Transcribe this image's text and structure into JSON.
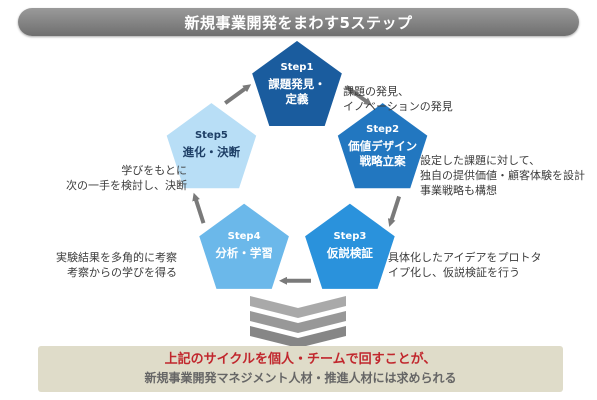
{
  "title": "新規事業開発をまわす5ステップ",
  "steps": [
    {
      "step": "Step1",
      "label": "課題発見・\n定義",
      "color": "#1a5c9e",
      "step_color": "#ffffff",
      "label_color": "#ffffff"
    },
    {
      "step": "Step2",
      "label": "価値デザイン\n戦略立案",
      "color": "#2277c0",
      "step_color": "#ffffff",
      "label_color": "#ffffff"
    },
    {
      "step": "Step3",
      "label": "仮説検証",
      "color": "#2a92dc",
      "step_color": "#ffffff",
      "label_color": "#ffffff"
    },
    {
      "step": "Step4",
      "label": "分析・学習",
      "color": "#6bb8ea",
      "step_color": "#ffffff",
      "label_color": "#ffffff"
    },
    {
      "step": "Step5",
      "label": "進化・決断",
      "color": "#b8def6",
      "step_color": "#1e3f66",
      "label_color": "#1e3f66"
    }
  ],
  "descriptions": {
    "step1": "課題の発見、\nイノベーションの発見",
    "step2": "設定した課題に対して、\n独自の提供価値・顧客体験を設計\n事業戦略も構想",
    "step3": "具体化したアイデアをプロトタ\nイプ化し、仮説検証を行う",
    "step4": "実験結果を多角的に考察\n考察からの学びを得る",
    "step5": "学びをもとに\n次の一手を検討し、決断"
  },
  "footer": {
    "line1_accent": "上記のサイクルを個人・チームで回すことが、",
    "line2": "新規事業開発マネジメント人材・推進人材には求められる"
  },
  "colors": {
    "arrow": "#7a7a7a",
    "chevron": "#9a9a9a"
  }
}
